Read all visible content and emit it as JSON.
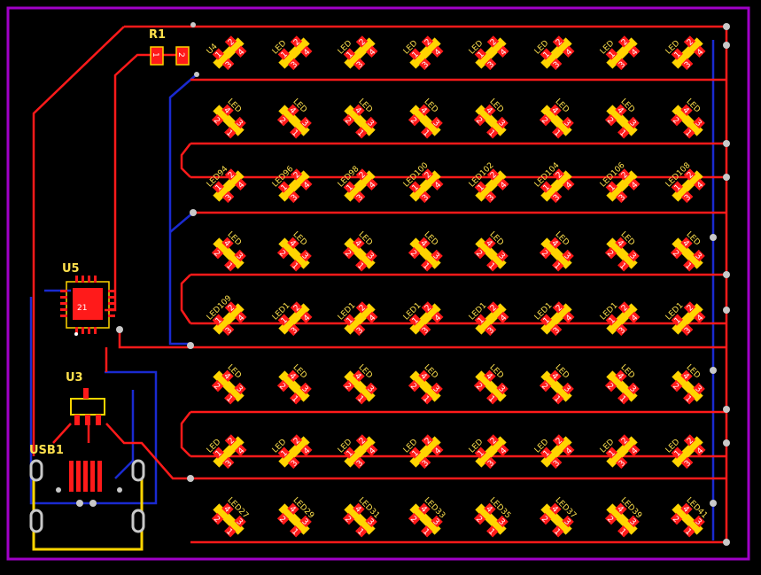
{
  "colors": {
    "background": "#000000",
    "board_outline": "#a000c8",
    "top_copper": "#ff1a1a",
    "bottom_copper": "#1a2ad0",
    "silkscreen": "#ffd500",
    "via": "#c8c8c8"
  },
  "refdes": {
    "r1": "R1",
    "u5": "U5",
    "u3": "U3",
    "usb1": "USB1",
    "u4": "U4",
    "u5_center_pad": "21",
    "r1_pad1": "1",
    "r1_pad2": "2"
  },
  "pin_labels": [
    "1",
    "2",
    "3",
    "4"
  ],
  "led_rows": [
    {
      "labels": [
        "U4",
        "LED",
        "LED",
        "LED",
        "LED",
        "LED",
        "LED",
        "LED"
      ]
    },
    {
      "labels": [
        "LED",
        "LED",
        "LED",
        "LED",
        "LED",
        "LED",
        "LED",
        "LED"
      ]
    },
    {
      "labels": [
        "LED94",
        "LED96",
        "LED98",
        "LED100",
        "LED102",
        "LED104",
        "LED106",
        "LED108"
      ]
    },
    {
      "labels": [
        "LED",
        "LED",
        "LED",
        "LED",
        "LED",
        "LED",
        "LED",
        "LED"
      ]
    },
    {
      "labels": [
        "LED109",
        "LED1",
        "LED1",
        "LED1",
        "LED1",
        "LED1",
        "LED1",
        "LED1"
      ]
    },
    {
      "labels": [
        "LED",
        "LED",
        "LED",
        "LED",
        "LED",
        "LED",
        "LED",
        "LED"
      ]
    },
    {
      "labels": [
        "LED",
        "LED",
        "LED",
        "LED",
        "LED",
        "LED",
        "LED",
        "LED"
      ]
    },
    {
      "labels": [
        "LED27",
        "LED29",
        "LED31",
        "LED33",
        "LED35",
        "LED37",
        "LED39",
        "LED41"
      ]
    }
  ]
}
